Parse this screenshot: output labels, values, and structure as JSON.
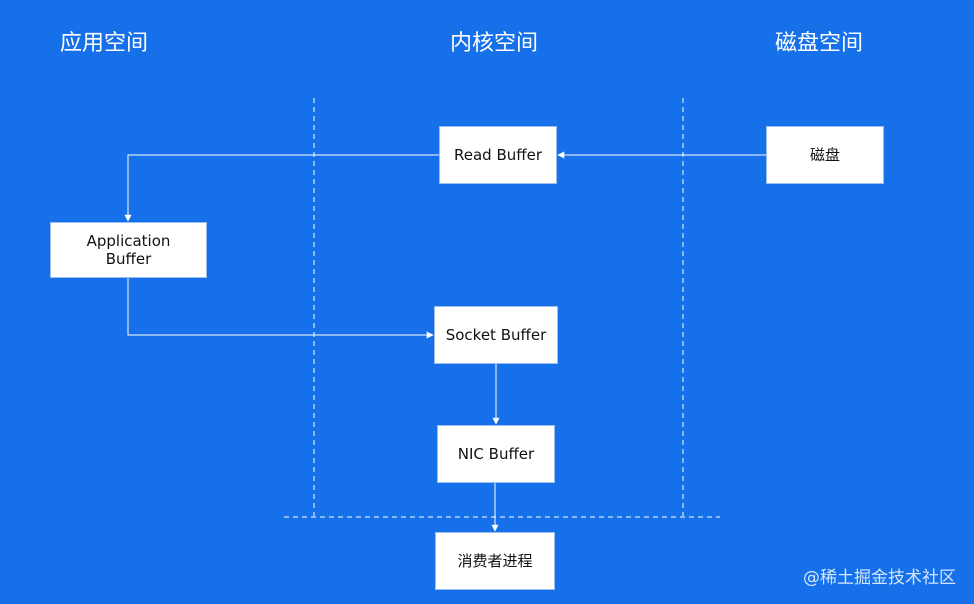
{
  "headings": {
    "app_space": "应用空间",
    "kernel_space": "内核空间",
    "disk_space": "磁盘空间"
  },
  "nodes": {
    "read_buffer": "Read Buffer",
    "disk": "磁盘",
    "app_buffer_line1": "Application",
    "app_buffer_line2": "Buffer",
    "socket_buffer": "Socket Buffer",
    "nic_buffer": "NIC Buffer",
    "consumer": "消费者进程"
  },
  "watermark": "@稀土掘金技术社区",
  "colors": {
    "background": "#1670ea",
    "box": "#ffffff",
    "line": "#ffffff"
  }
}
